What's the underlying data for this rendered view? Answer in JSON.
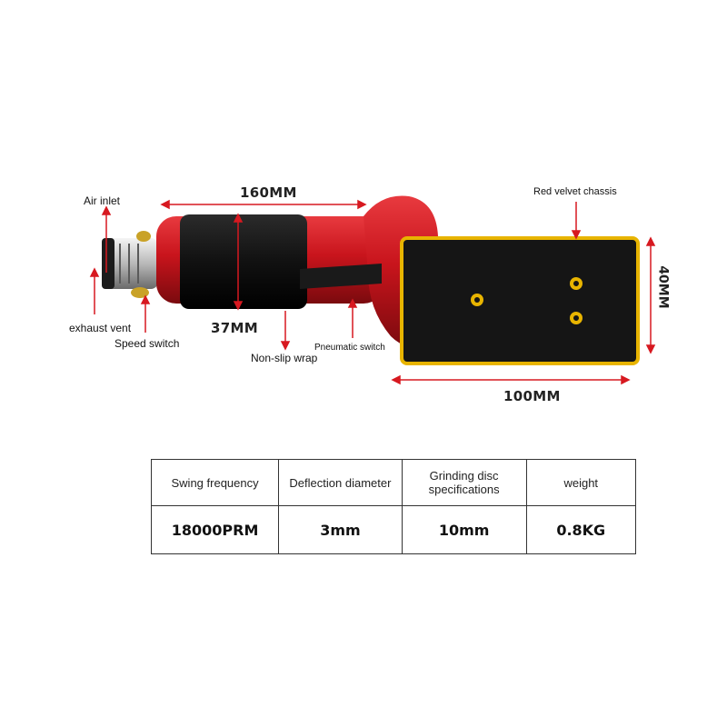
{
  "callouts": {
    "air_inlet": "Air inlet",
    "exhaust_vent": "exhaust vent",
    "speed_switch": "Speed switch",
    "non_slip_wrap": "Non-slip wrap",
    "pneumatic_switch": "Pneumatic switch",
    "red_velvet_chassis": "Red velvet chassis"
  },
  "dimensions": {
    "length": "160MM",
    "grip": "37MM",
    "pad_width": "100MM",
    "pad_height": "40MM"
  },
  "specs": {
    "headers": [
      "Swing frequency",
      "Deflection diameter",
      "Grinding disc specifications",
      "weight"
    ],
    "values": [
      "18000PRM",
      "3mm",
      "10mm",
      "0.8KG"
    ]
  },
  "colors": {
    "annotation": "#d71920",
    "tool_body": "#c8141c",
    "pad": "#151515",
    "pad_border": "#e8b400"
  }
}
